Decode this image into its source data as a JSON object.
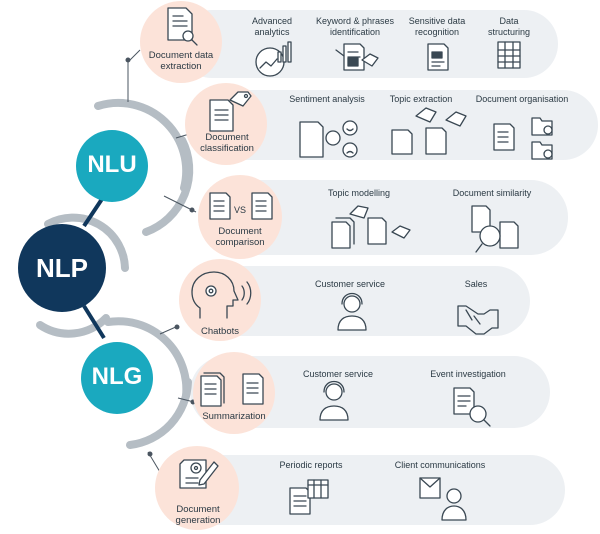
{
  "center": {
    "label": "NLP",
    "color": "#10375c"
  },
  "nlu": {
    "label": "NLU",
    "color": "#1aa9bf"
  },
  "nlg": {
    "label": "NLG",
    "color": "#1aa9bf"
  },
  "colors": {
    "band": "#edf0f3",
    "circle": "#fce3d9",
    "arc": "#b5bdc4",
    "line": "#4a5560",
    "icon": "#3a4853"
  },
  "rows": [
    {
      "category": "Document data extraction",
      "items": [
        "Advanced analytics",
        "Keyword & phrases identification",
        "Sensitive data recognition",
        "Data structuring"
      ]
    },
    {
      "category": "Document classification",
      "items": [
        "Sentiment analysis",
        "Topic extraction",
        "Document organisation"
      ]
    },
    {
      "category": "Document comparison",
      "vs": "VS",
      "items": [
        "Topic modelling",
        "Document similarity"
      ]
    },
    {
      "category": "Chatbots",
      "items": [
        "Customer service",
        "Sales"
      ]
    },
    {
      "category": "Summarization",
      "items": [
        "Customer service",
        "Event investigation"
      ]
    },
    {
      "category": "Document generation",
      "items": [
        "Periodic reports",
        "Client communications"
      ]
    }
  ]
}
